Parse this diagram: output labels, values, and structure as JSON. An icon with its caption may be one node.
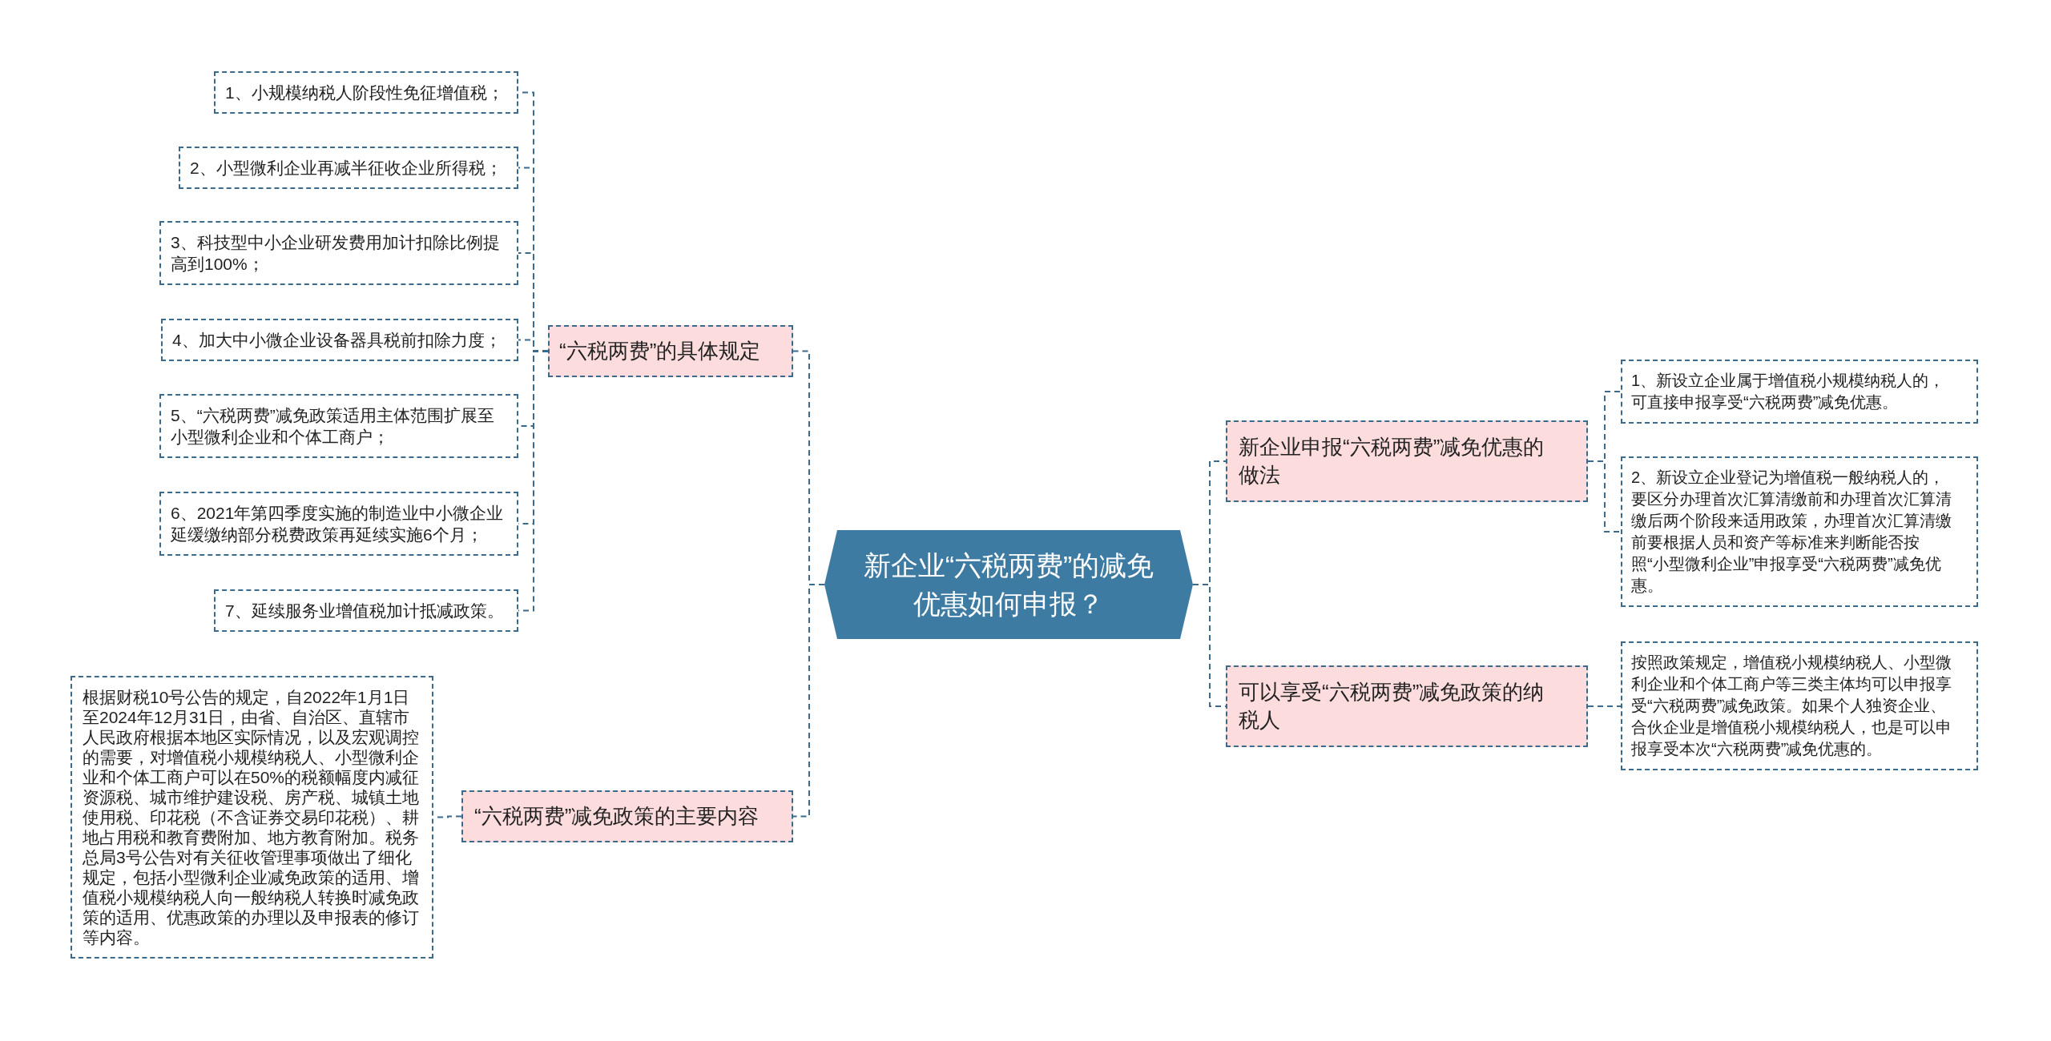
{
  "diagram": {
    "nodes": [
      {
        "text": [
          "新企业“六税两费”的减免优惠如何申报？"
        ]
      },
      {
        "text": [
          "“六税两费”的具体规定"
        ]
      },
      {
        "text": [
          "1、小规模纳税人阶段性免征增值税；"
        ]
      },
      {
        "text": [
          "2、小型微利企业再减半征收企业所得税；"
        ]
      },
      {
        "text": [
          "3、科技型中小企业研发费用加计扣除比例提高到100%；"
        ]
      },
      {
        "text": [
          "4、加大中小微企业设备器具税前扣除力度；"
        ]
      },
      {
        "text": [
          "5、“六税两费”减免政策适用主体范围扩展至小型微利企业和个体工商户；"
        ]
      },
      {
        "text": [
          "6、2021年第四季度实施的制造业中小微企业延缓缴纳部分税费政策再延续实施6个月；"
        ]
      },
      {
        "text": [
          "7、延续服务业增值税加计抵减政策。"
        ]
      },
      {
        "text": [
          "“六税两费”减免政策的主要内容"
        ]
      },
      {
        "text": [
          "根据财税10号公告的规定，自2022年1月1日至2024年12月31日，由省、自治区、直辖市人民政府根据本地区实际情况，以及宏观调控的需要，对增值税小规模纳税人、小型微利企业和个体工商户可以在50%的税额幅度内减征资源税、城市维护建设税、房产税、城镇土地使用税、印花税（不含证券交易印花税）、耕地占用税和教育费附加、地方教育附加。税务总局3号公告对有关征收管理事项做出了细化规定，包括小型微利企业减免政策的适用、增值税小规模纳税人向一般纳税人转换时减免政策的适用、优惠政策的办理以及申报表的修订等内容。"
        ]
      },
      {
        "text": [
          "新企业申报“六税两费”减免优惠的做法"
        ]
      },
      {
        "text": [
          "1、新设立企业属于增值税小规模纳税人的，可直接申报享受“六税两费”减免优惠。"
        ]
      },
      {
        "text": [
          "2、新设立企业登记为增值税一般纳税人的，要区分办理首次汇算清缴前和办理首次汇算清缴后两个阶段来适用政策，办理首次汇算清缴前要根据人员和资产等标准来判断能否按照“小型微利企业”申报享受“六税两费”减免优惠。"
        ]
      },
      {
        "text": [
          "可以享受“六税两费”减免政策的纳税人"
        ]
      },
      {
        "text": [
          "按照政策规定，增值税小规模纳税人、小型微利企业和个体工商户等三类主体均可以申报享受“六税两费”减免政策。如果个人独资企业、合伙企业是增值税小规模纳税人，也是可以申报享受本次“六税两费”减免优惠的。"
        ]
      }
    ],
    "edges": [
      {
        "from": 0,
        "to": 1,
        "arrow": "none"
      },
      {
        "from": 1,
        "to": 2,
        "arrow": "none"
      },
      {
        "from": 1,
        "to": 3,
        "arrow": "none"
      },
      {
        "from": 1,
        "to": 4,
        "arrow": "none"
      },
      {
        "from": 1,
        "to": 5,
        "arrow": "none"
      },
      {
        "from": 1,
        "to": 6,
        "arrow": "none"
      },
      {
        "from": 1,
        "to": 7,
        "arrow": "none"
      },
      {
        "from": 1,
        "to": 8,
        "arrow": "none"
      },
      {
        "from": 0,
        "to": 9,
        "arrow": "none"
      },
      {
        "from": 9,
        "to": 10,
        "arrow": "none"
      },
      {
        "from": 0,
        "to": 11,
        "arrow": "none"
      },
      {
        "from": 11,
        "to": 12,
        "arrow": "none"
      },
      {
        "from": 11,
        "to": 13,
        "arrow": "none"
      },
      {
        "from": 0,
        "to": 14,
        "arrow": "none"
      },
      {
        "from": 14,
        "to": 15,
        "arrow": "none"
      }
    ]
  }
}
